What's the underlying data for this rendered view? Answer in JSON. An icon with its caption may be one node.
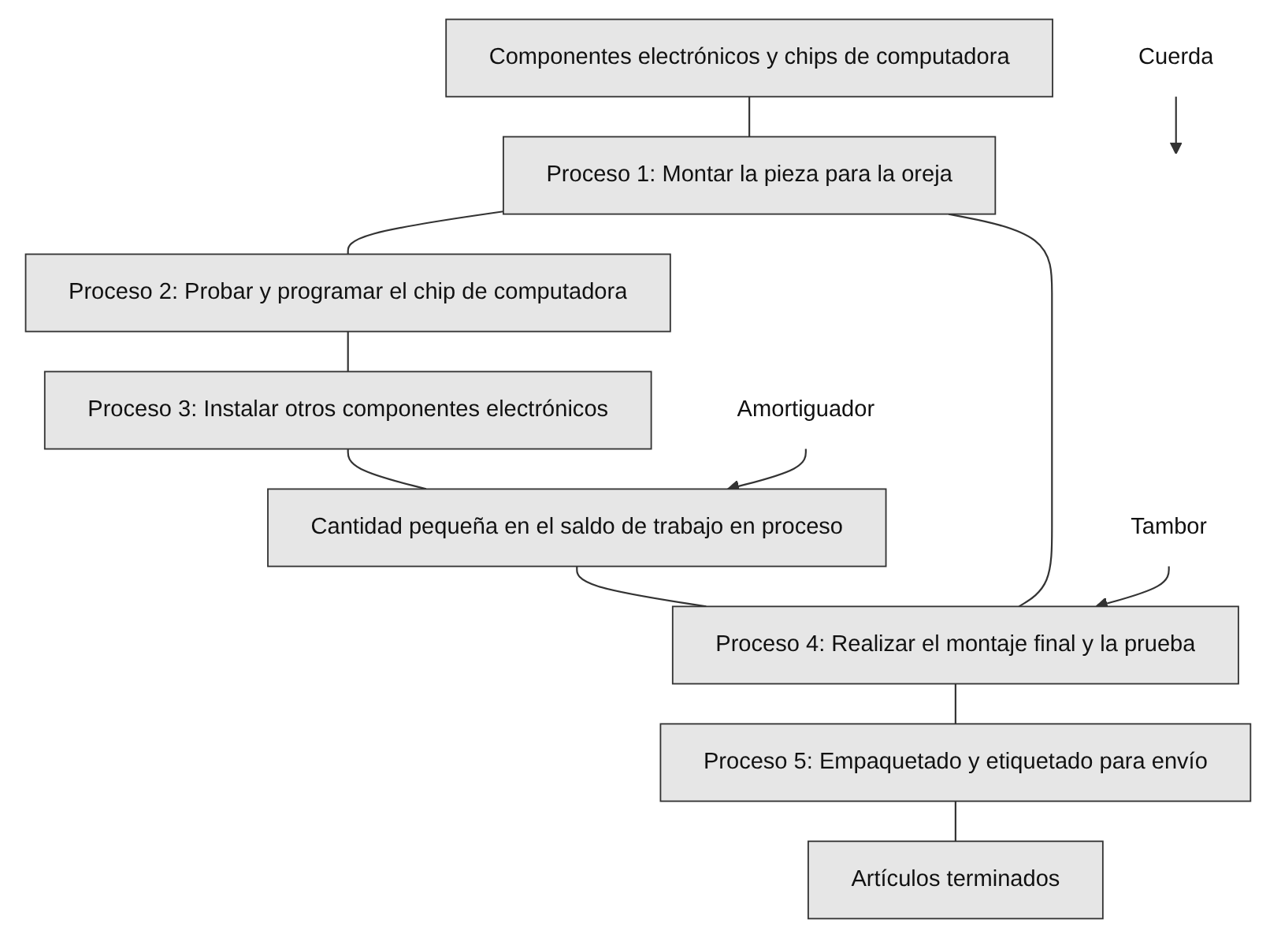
{
  "diagram": {
    "nodes": [
      {
        "text": [
          "Componentes electrónicos y chips de computadora"
        ]
      },
      {
        "text": [
          "Proceso 1: Montar la pieza para la oreja"
        ]
      },
      {
        "text": [
          "Proceso 2: Probar y programar el chip de computadora"
        ]
      },
      {
        "text": [
          "Proceso 3: Instalar otros componentes electrónicos"
        ]
      },
      {
        "text": [
          "Cantidad pequeña en el saldo de trabajo en proceso"
        ]
      },
      {
        "text": [
          "Proceso 4: Realizar el montaje final y la prueba"
        ]
      },
      {
        "text": [
          "Proceso 5: Empaquetado y etiquetado para envío"
        ]
      },
      {
        "text": [
          "Artículos terminados"
        ]
      },
      {
        "text": [
          "Cuerda"
        ]
      },
      {
        "text": [
          "Amortiguador"
        ]
      },
      {
        "text": [
          "Tambor"
        ]
      }
    ],
    "edges": [
      {
        "from": 0,
        "to": 1,
        "arrow": "none"
      },
      {
        "from": 1,
        "to": 2,
        "arrow": "none"
      },
      {
        "from": 2,
        "to": 3,
        "arrow": "none"
      },
      {
        "from": 3,
        "to": 4,
        "arrow": "none"
      },
      {
        "from": 4,
        "to": 5,
        "arrow": "none"
      },
      {
        "from": 5,
        "to": 6,
        "arrow": "none"
      },
      {
        "from": 6,
        "to": 7,
        "arrow": "none"
      },
      {
        "from": 1,
        "to": 5,
        "arrow": "none"
      },
      {
        "from": 8,
        "to": null,
        "arrow": "to"
      },
      {
        "from": 9,
        "to": 4,
        "arrow": "to"
      },
      {
        "from": 10,
        "to": 5,
        "arrow": "to"
      }
    ]
  }
}
